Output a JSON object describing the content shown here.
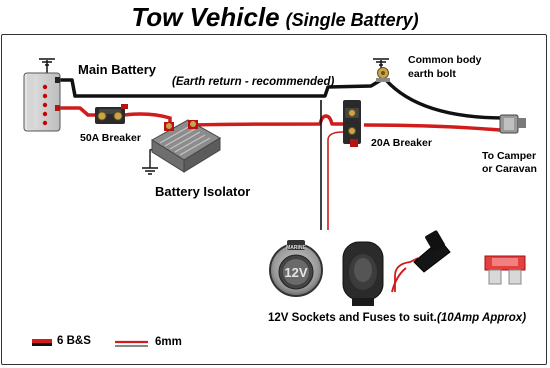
{
  "title": {
    "main": "Tow Vehicle",
    "sub": "(Single Battery)"
  },
  "labels": {
    "main_battery": "Main Battery",
    "earth_return": "(Earth return - recommended)",
    "common_body_line1": "Common body",
    "common_body_line2": "earth bolt",
    "breaker_50a": "50A Breaker",
    "breaker_20a": "20A Breaker",
    "to_camper_line1": "To Camper",
    "to_camper_line2": "or Caravan",
    "battery_isolator": "Battery Isolator",
    "sockets_fuses": "12V Sockets and Fuses to suit.",
    "fuse_rating": "(10Amp Approx)",
    "socket_face": "12V",
    "socket_brand": "MARINE"
  },
  "legend": [
    {
      "label": "6 B&S",
      "color": "#d01c1c"
    },
    {
      "label": "6mm",
      "color": "#d01c1c"
    }
  ],
  "colors": {
    "positive_wire": "#d01c1c",
    "earth_wire": "#111111",
    "breaker_body": "#2a2a2a",
    "terminal": "#c9a24a"
  }
}
